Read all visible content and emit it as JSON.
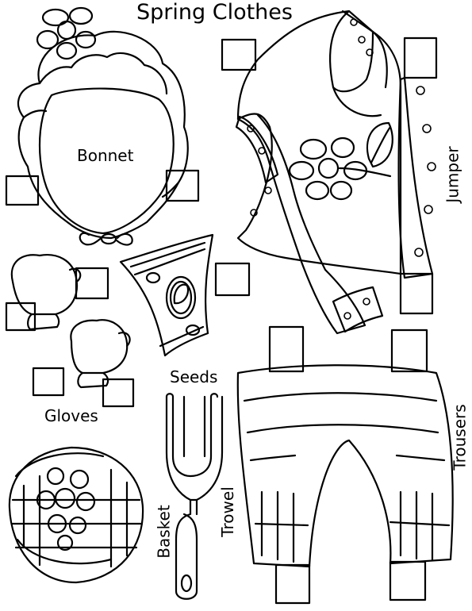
{
  "title": "Spring Clothes",
  "labels": {
    "bonnet": "Bonnet",
    "jumper": "Jumper",
    "seeds": "Seeds",
    "gloves": "Gloves",
    "trousers": "Trousers",
    "trowel": "Trowel",
    "basket": "Basket"
  },
  "colors": {
    "line": "#000000",
    "paper": "#ffffff"
  }
}
